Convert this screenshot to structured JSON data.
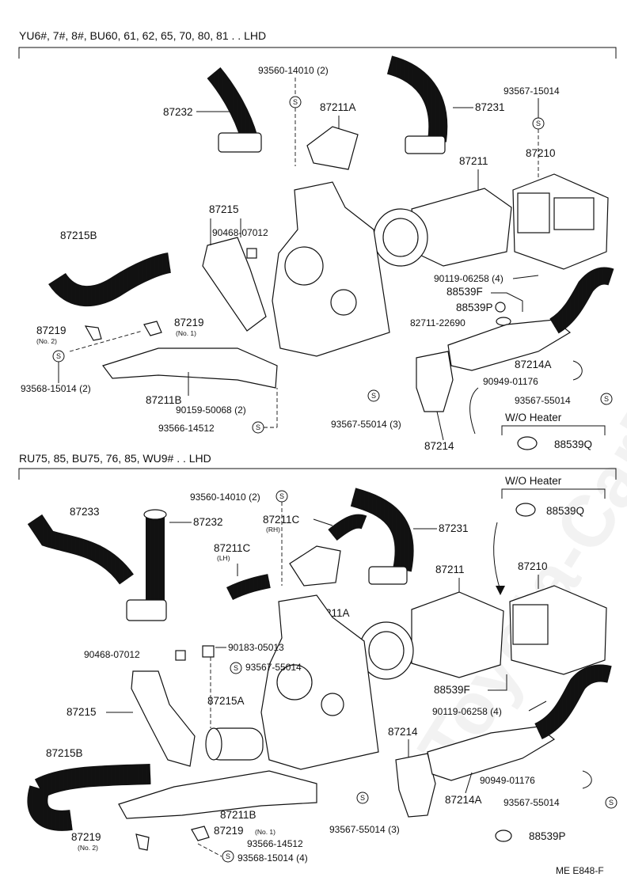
{
  "watermark": "Toyota-CarMax.ru",
  "sections": {
    "top_header": "YU6#, 7#, 8#, BU60, 61, 62, 65, 70, 80, 81 . . LHD",
    "bottom_header": "RU75, 85, BU75, 76, 85, WU9# . . LHD"
  },
  "screw_symbol": "S",
  "top_labels": {
    "p93560_14010": "93560-14010 (2)",
    "p87232": "87232",
    "p87211A": "87211A",
    "p87231": "87231",
    "p93567_15014": "93567-15014",
    "p87210": "87210",
    "p87211": "87211",
    "p87215": "87215",
    "p90468_07012": "90468-07012",
    "p87215B": "87215B",
    "p90119_06258": "90119-06258 (4)",
    "p88539F": "88539F",
    "p88539P": "88539P",
    "p82711_22690": "82711-22690",
    "p87219_left": "87219",
    "p87219_left_note": "(No. 2)",
    "p87219_right": "87219",
    "p87219_right_note": "(No. 1)",
    "p93568_15014": "93568-15014 (2)",
    "p87211B": "87211B",
    "p90159_50068": "90159-50068 (2)",
    "p93566_14512": "93566-14512",
    "p87214A": "87214A",
    "p90949_01176": "90949-01176",
    "p93567_55014_right": "93567-55014",
    "p93567_55014_3": "93567-55014 (3)",
    "p87214": "87214",
    "wo_heater": "W/O Heater",
    "p88539Q": "88539Q"
  },
  "bottom_labels": {
    "wo_heater": "W/O Heater",
    "p88539Q": "88539Q",
    "p93560_14010": "93560-14010 (2)",
    "p87233": "87233",
    "p87232": "87232",
    "p87211C_rh": "87211C",
    "rh_note": "(RH)",
    "p87231": "87231",
    "p87211C_lh": "87211C",
    "lh_note": "(LH)",
    "p87211": "87211",
    "p87210": "87210",
    "p87211A": "87211A",
    "p90468_07012": "90468-07012",
    "p90183_05013": "90183-05013",
    "p93567_55014": "93567-55014",
    "p87215A": "87215A",
    "p88539F": "88539F",
    "p87215": "87215",
    "p90119_06258": "90119-06258 (4)",
    "p87214": "87214",
    "p87215B": "87215B",
    "p90949_01176": "90949-01176",
    "p87214A": "87214A",
    "p93567_55014_r": "93567-55014",
    "p87211B": "87211B",
    "p93567_55014_3": "93567-55014 (3)",
    "p87219": "87219",
    "p87219_note_1": "(No. 1)",
    "p87219_left": "87219",
    "p87219_left_note": "(No. 2)",
    "p93566_14512": "93566-14512",
    "p93568_15014": "93568-15014 (4)",
    "p88539P": "88539P"
  },
  "footer_code": "ME E848-F"
}
